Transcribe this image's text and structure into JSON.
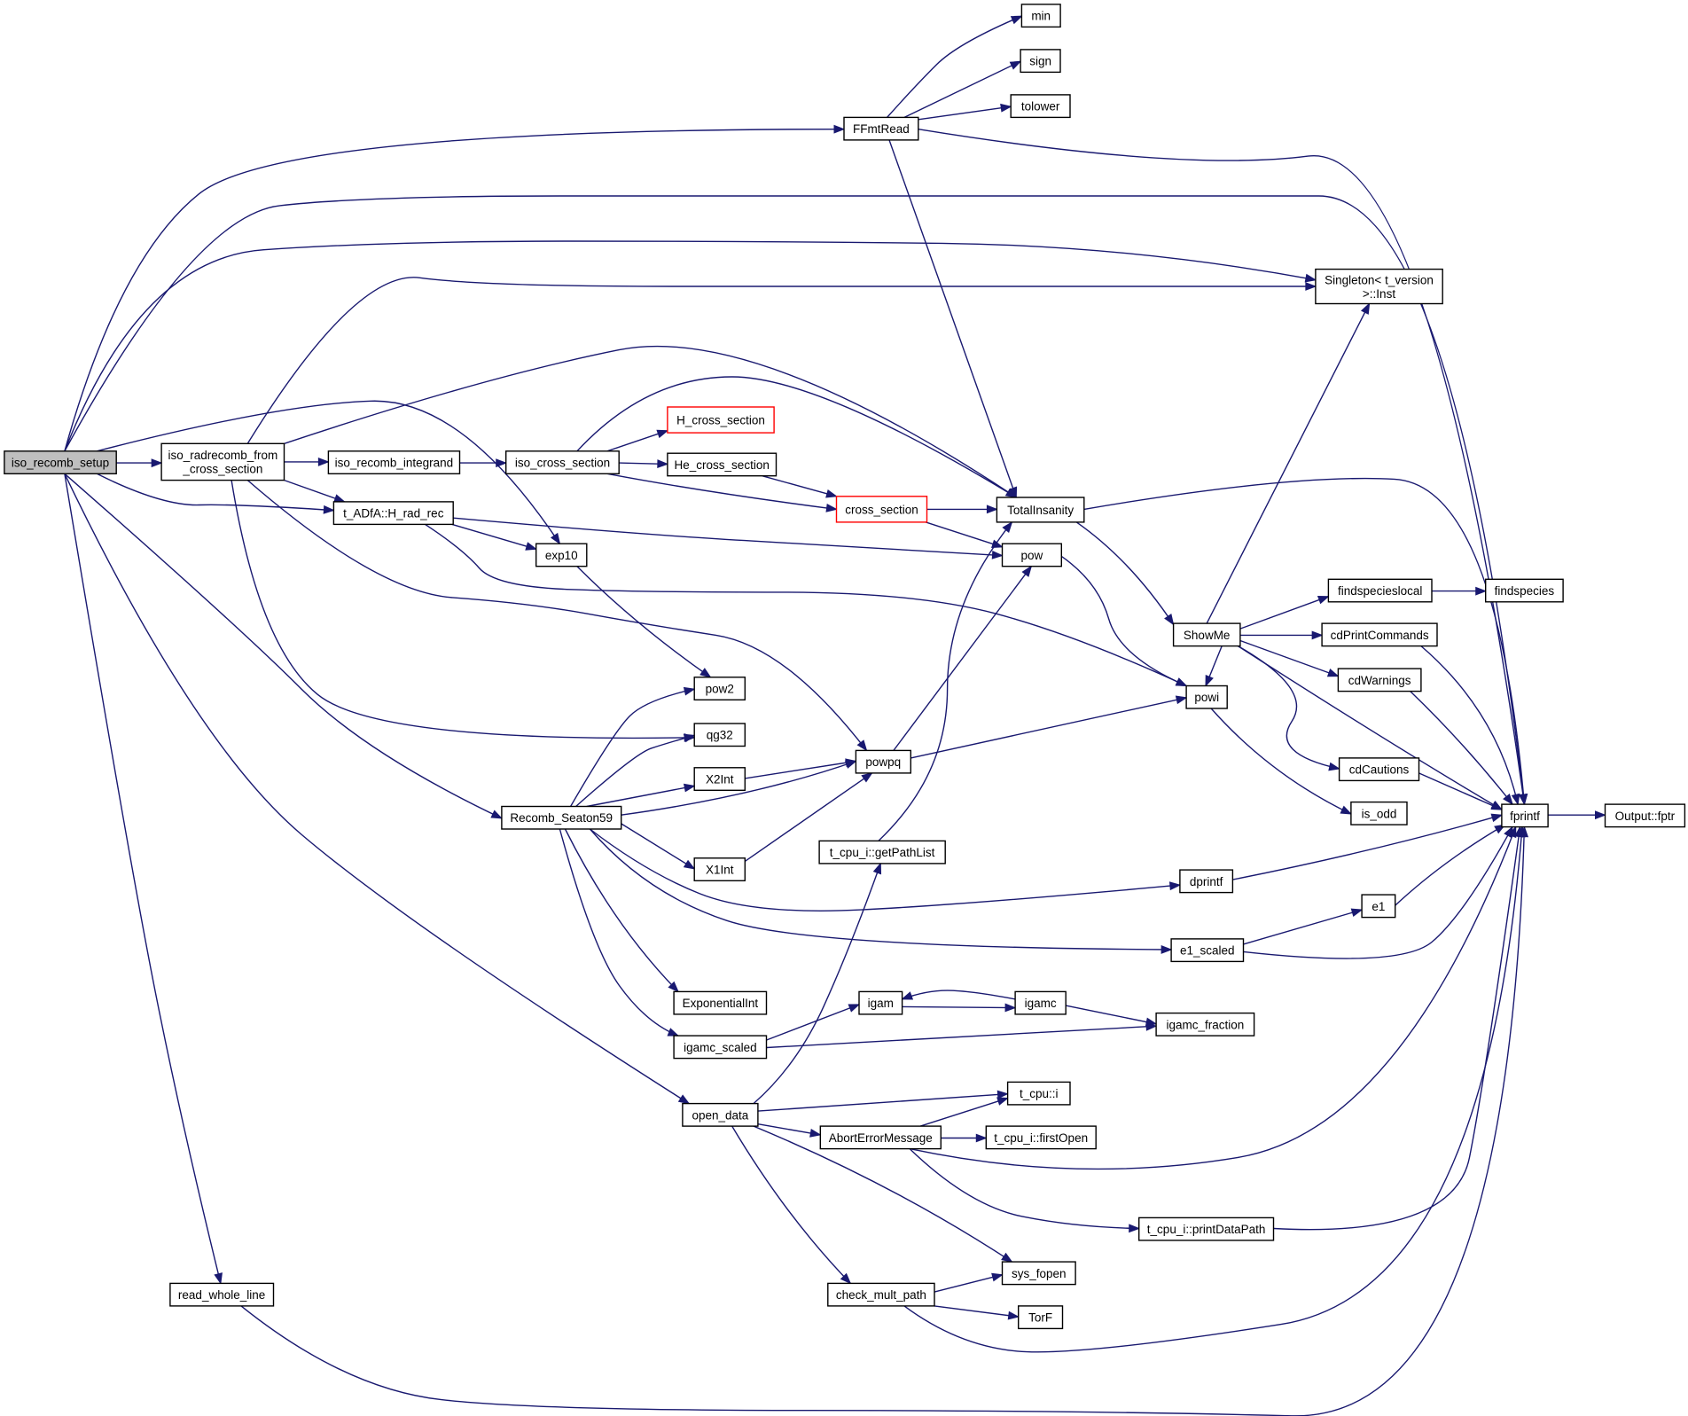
{
  "diagram": {
    "title": "",
    "colors": {
      "edge": "#191970",
      "root_fill": "#bfbfbf",
      "node_fill": "#ffffff",
      "node_border": "#000000",
      "incomplete_border": "#ff0000"
    },
    "nodes": [
      {
        "id": "iso_recomb_setup",
        "lines": [
          "iso_recomb_setup"
        ],
        "root": true
      },
      {
        "id": "iso_radrecomb",
        "lines": [
          "iso_radrecomb_from",
          "_cross_section"
        ]
      },
      {
        "id": "iso_recomb_integrand",
        "lines": [
          "iso_recomb_integrand"
        ]
      },
      {
        "id": "iso_cross_section",
        "lines": [
          "iso_cross_section"
        ]
      },
      {
        "id": "H_cross_section",
        "lines": [
          "H_cross_section"
        ],
        "incomplete": true
      },
      {
        "id": "He_cross_section",
        "lines": [
          "He_cross_section"
        ]
      },
      {
        "id": "cross_section",
        "lines": [
          "cross_section"
        ],
        "incomplete": true
      },
      {
        "id": "TotalInsanity",
        "lines": [
          "TotalInsanity"
        ]
      },
      {
        "id": "H_rad_rec",
        "lines": [
          "t_ADfA::H_rad_rec"
        ]
      },
      {
        "id": "exp10",
        "lines": [
          "exp10"
        ]
      },
      {
        "id": "pow",
        "lines": [
          "pow"
        ]
      },
      {
        "id": "FFmtRead",
        "lines": [
          "FFmtRead"
        ]
      },
      {
        "id": "min",
        "lines": [
          "min"
        ]
      },
      {
        "id": "sign",
        "lines": [
          "sign"
        ]
      },
      {
        "id": "tolower",
        "lines": [
          "tolower"
        ]
      },
      {
        "id": "Singleton",
        "lines": [
          "Singleton< t_version",
          ">::Inst"
        ]
      },
      {
        "id": "ShowMe",
        "lines": [
          "ShowMe"
        ]
      },
      {
        "id": "findspecieslocal",
        "lines": [
          "findspecieslocal"
        ]
      },
      {
        "id": "findspecies",
        "lines": [
          "findspecies"
        ]
      },
      {
        "id": "cdPrintCommands",
        "lines": [
          "cdPrintCommands"
        ]
      },
      {
        "id": "cdWarnings",
        "lines": [
          "cdWarnings"
        ]
      },
      {
        "id": "powi",
        "lines": [
          "powi"
        ]
      },
      {
        "id": "cdCautions",
        "lines": [
          "cdCautions"
        ]
      },
      {
        "id": "is_odd",
        "lines": [
          "is_odd"
        ]
      },
      {
        "id": "fprintf",
        "lines": [
          "fprintf"
        ]
      },
      {
        "id": "Output_fptr",
        "lines": [
          "Output::fptr"
        ]
      },
      {
        "id": "pow2",
        "lines": [
          "pow2"
        ]
      },
      {
        "id": "qg32",
        "lines": [
          "qg32"
        ]
      },
      {
        "id": "X2Int",
        "lines": [
          "X2Int"
        ]
      },
      {
        "id": "powpq",
        "lines": [
          "powpq"
        ]
      },
      {
        "id": "Recomb_Seaton59",
        "lines": [
          "Recomb_Seaton59"
        ]
      },
      {
        "id": "X1Int",
        "lines": [
          "X1Int"
        ]
      },
      {
        "id": "getPathList",
        "lines": [
          "t_cpu_i::getPathList"
        ]
      },
      {
        "id": "dprintf",
        "lines": [
          "dprintf"
        ]
      },
      {
        "id": "e1",
        "lines": [
          "e1"
        ]
      },
      {
        "id": "e1_scaled",
        "lines": [
          "e1_scaled"
        ]
      },
      {
        "id": "ExponentialInt",
        "lines": [
          "ExponentialInt"
        ]
      },
      {
        "id": "igam",
        "lines": [
          "igam"
        ]
      },
      {
        "id": "igamc",
        "lines": [
          "igamc"
        ]
      },
      {
        "id": "igamc_fraction",
        "lines": [
          "igamc_fraction"
        ]
      },
      {
        "id": "igamc_scaled",
        "lines": [
          "igamc_scaled"
        ]
      },
      {
        "id": "open_data",
        "lines": [
          "open_data"
        ]
      },
      {
        "id": "t_cpu_i",
        "lines": [
          "t_cpu::i"
        ]
      },
      {
        "id": "AbortErrorMessage",
        "lines": [
          "AbortErrorMessage"
        ]
      },
      {
        "id": "firstOpen",
        "lines": [
          "t_cpu_i::firstOpen"
        ]
      },
      {
        "id": "printDataPath",
        "lines": [
          "t_cpu_i::printDataPath"
        ]
      },
      {
        "id": "sys_fopen",
        "lines": [
          "sys_fopen"
        ]
      },
      {
        "id": "check_mult_path",
        "lines": [
          "check_mult_path"
        ]
      },
      {
        "id": "TorF",
        "lines": [
          "TorF"
        ]
      },
      {
        "id": "read_whole_line",
        "lines": [
          "read_whole_line"
        ]
      }
    ],
    "edges": [
      [
        "iso_recomb_setup",
        "iso_radrecomb"
      ],
      [
        "iso_recomb_setup",
        "FFmtRead"
      ],
      [
        "iso_recomb_setup",
        "fprintf"
      ],
      [
        "iso_recomb_setup",
        "Singleton"
      ],
      [
        "iso_recomb_setup",
        "exp10"
      ],
      [
        "iso_recomb_setup",
        "H_rad_rec"
      ],
      [
        "iso_recomb_setup",
        "Recomb_Seaton59"
      ],
      [
        "iso_recomb_setup",
        "open_data"
      ],
      [
        "iso_recomb_setup",
        "read_whole_line"
      ],
      [
        "iso_radrecomb",
        "iso_recomb_integrand"
      ],
      [
        "iso_radrecomb",
        "Singleton"
      ],
      [
        "iso_radrecomb",
        "TotalInsanity"
      ],
      [
        "iso_radrecomb",
        "H_rad_rec"
      ],
      [
        "iso_radrecomb",
        "qg32"
      ],
      [
        "iso_radrecomb",
        "powpq"
      ],
      [
        "iso_recomb_integrand",
        "iso_cross_section"
      ],
      [
        "iso_cross_section",
        "H_cross_section"
      ],
      [
        "iso_cross_section",
        "He_cross_section"
      ],
      [
        "iso_cross_section",
        "cross_section"
      ],
      [
        "iso_cross_section",
        "TotalInsanity"
      ],
      [
        "He_cross_section",
        "cross_section"
      ],
      [
        "cross_section",
        "TotalInsanity"
      ],
      [
        "cross_section",
        "pow"
      ],
      [
        "H_rad_rec",
        "exp10"
      ],
      [
        "H_rad_rec",
        "pow"
      ],
      [
        "H_rad_rec",
        "powi"
      ],
      [
        "exp10",
        "pow2"
      ],
      [
        "FFmtRead",
        "min"
      ],
      [
        "FFmtRead",
        "sign"
      ],
      [
        "FFmtRead",
        "tolower"
      ],
      [
        "FFmtRead",
        "fprintf"
      ],
      [
        "FFmtRead",
        "TotalInsanity"
      ],
      [
        "TotalInsanity",
        "fprintf"
      ],
      [
        "TotalInsanity",
        "ShowMe"
      ],
      [
        "pow",
        "powi"
      ],
      [
        "ShowMe",
        "Singleton"
      ],
      [
        "ShowMe",
        "findspecieslocal"
      ],
      [
        "ShowMe",
        "cdPrintCommands"
      ],
      [
        "ShowMe",
        "cdWarnings"
      ],
      [
        "ShowMe",
        "powi"
      ],
      [
        "ShowMe",
        "cdCautions"
      ],
      [
        "ShowMe",
        "fprintf"
      ],
      [
        "findspecieslocal",
        "findspecies"
      ],
      [
        "cdPrintCommands",
        "fprintf"
      ],
      [
        "cdWarnings",
        "fprintf"
      ],
      [
        "cdCautions",
        "fprintf"
      ],
      [
        "powi",
        "is_odd"
      ],
      [
        "fprintf",
        "Output_fptr"
      ],
      [
        "Recomb_Seaton59",
        "pow2"
      ],
      [
        "Recomb_Seaton59",
        "qg32"
      ],
      [
        "Recomb_Seaton59",
        "X2Int"
      ],
      [
        "Recomb_Seaton59",
        "powpq"
      ],
      [
        "Recomb_Seaton59",
        "X1Int"
      ],
      [
        "Recomb_Seaton59",
        "dprintf"
      ],
      [
        "Recomb_Seaton59",
        "e1_scaled"
      ],
      [
        "Recomb_Seaton59",
        "ExponentialInt"
      ],
      [
        "Recomb_Seaton59",
        "igamc_scaled"
      ],
      [
        "X2Int",
        "powpq"
      ],
      [
        "X1Int",
        "powpq"
      ],
      [
        "powpq",
        "pow"
      ],
      [
        "powpq",
        "powi"
      ],
      [
        "getPathList",
        "TotalInsanity"
      ],
      [
        "dprintf",
        "fprintf"
      ],
      [
        "e1",
        "fprintf"
      ],
      [
        "e1_scaled",
        "e1"
      ],
      [
        "e1_scaled",
        "fprintf"
      ],
      [
        "igam",
        "igamc"
      ],
      [
        "igamc",
        "igam"
      ],
      [
        "igamc",
        "igamc_fraction"
      ],
      [
        "igamc_scaled",
        "igam"
      ],
      [
        "igamc_scaled",
        "igamc_fraction"
      ],
      [
        "open_data",
        "getPathList"
      ],
      [
        "open_data",
        "t_cpu_i"
      ],
      [
        "open_data",
        "AbortErrorMessage"
      ],
      [
        "open_data",
        "sys_fopen"
      ],
      [
        "open_data",
        "check_mult_path"
      ],
      [
        "AbortErrorMessage",
        "t_cpu_i"
      ],
      [
        "AbortErrorMessage",
        "firstOpen"
      ],
      [
        "AbortErrorMessage",
        "fprintf"
      ],
      [
        "AbortErrorMessage",
        "printDataPath"
      ],
      [
        "printDataPath",
        "fprintf"
      ],
      [
        "check_mult_path",
        "sys_fopen"
      ],
      [
        "check_mult_path",
        "TorF"
      ],
      [
        "check_mult_path",
        "fprintf"
      ],
      [
        "read_whole_line",
        "fprintf"
      ]
    ]
  }
}
